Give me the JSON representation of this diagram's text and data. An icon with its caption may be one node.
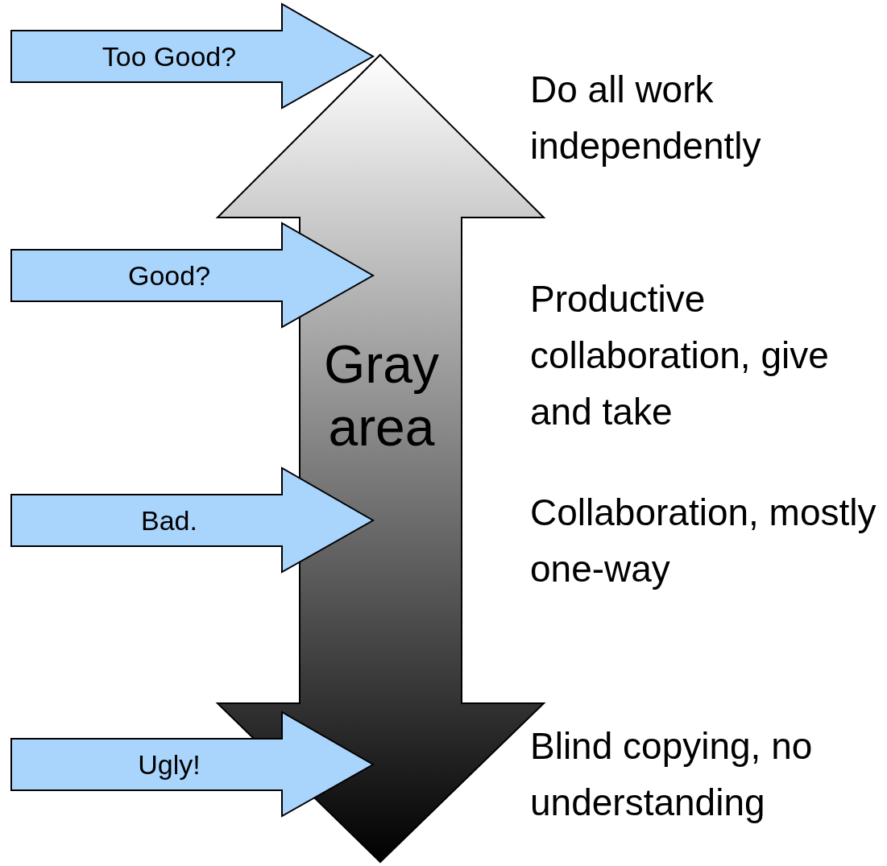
{
  "diagram": {
    "nodes": [
      {
        "text": [
          "Too Good?"
        ]
      },
      {
        "text": [
          "Gray area"
        ]
      },
      {
        "text": [
          "Good?"
        ]
      },
      {
        "text": [
          "Bad."
        ]
      },
      {
        "text": [
          "Ugly!"
        ]
      }
    ],
    "labels": [
      "Do all work independently",
      "Productive collaboration, give and take",
      "Collaboration, mostly one-way",
      "Blind copying, no understanding"
    ]
  }
}
